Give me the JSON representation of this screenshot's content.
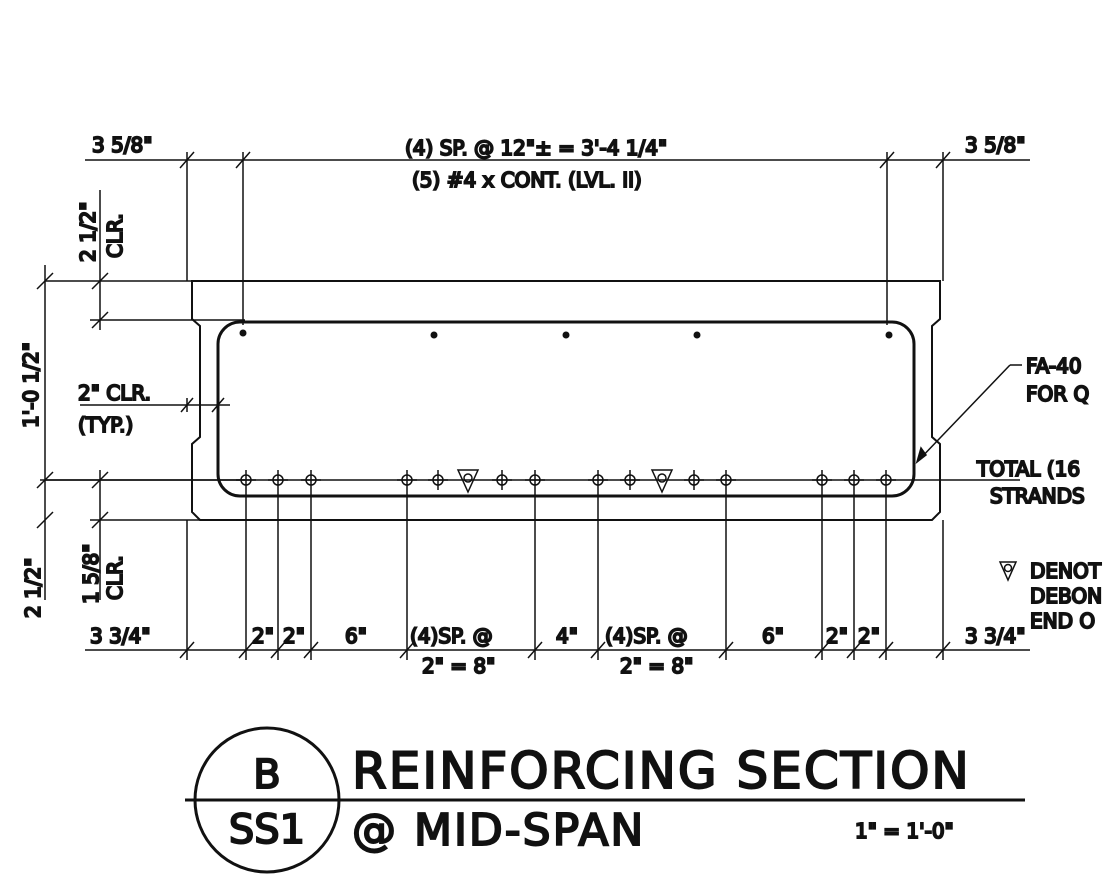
{
  "top_dims": {
    "left_edge": "3 5/8\"",
    "spacing": "(4) SP. @ 12\"± = 3'-4 1/4\"",
    "bars": "(5) #4 x CONT. (LVL. II)",
    "right_edge": "3 5/8\""
  },
  "left_dims": {
    "top_clear_a": "2 1/2\"",
    "top_clear_b": "CLR.",
    "height": "1'-0 1/2\"",
    "side_clear_a": "2\" CLR.",
    "side_clear_b": "(TYP.)",
    "bottom_a": "2 1/2\"",
    "bottom_b": "1 5/8\"",
    "bottom_c": "CLR."
  },
  "right_notes": {
    "void_a": "FA-40",
    "void_b": "FOR Q",
    "strands_a": "TOTAL (16",
    "strands_b": "STRANDS",
    "debond_a": "DENOT",
    "debond_b": "DEBON",
    "debond_c": "END O"
  },
  "bottom_dims": {
    "left_edge": "3 3/4\"",
    "d1": "2\"",
    "d2": "2\"",
    "d3": "6\"",
    "group1_a": "(4)SP. @",
    "group1_b": "2\" = 8\"",
    "d4": "4\"",
    "group2_a": "(4)SP. @",
    "group2_b": "2\" = 8\"",
    "d5": "6\"",
    "d6": "2\"",
    "d7": "2\"",
    "right_edge": "3 3/4\""
  },
  "title_block": {
    "detail": "B",
    "sheet": "SS1",
    "title_line1": "REINFORCING SECTION",
    "title_line2": "@ MID-SPAN",
    "scale": "1\" = 1'-0\""
  }
}
